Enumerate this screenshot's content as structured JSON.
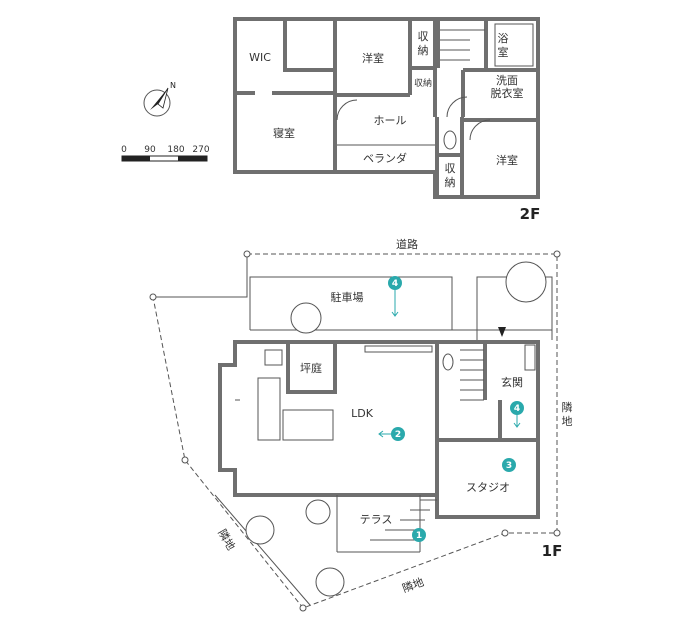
{
  "floor2": {
    "label": "2F",
    "rooms": {
      "wic": "WIC",
      "bedroom": "寝室",
      "western_room_1": "洋室",
      "storage_1": "収",
      "storage_1b": "納",
      "storage_2": "収納",
      "bath": "浴",
      "bath_b": "室",
      "washroom": "洗面",
      "washroom_b": "脱衣室",
      "hall": "ホール",
      "veranda": "ベランダ",
      "storage_3": "収",
      "storage_3b": "納",
      "western_room_2": "洋室"
    }
  },
  "floor1": {
    "label": "1F",
    "road": "道路",
    "neighbor_right": "隣",
    "neighbor_right_b": "地",
    "neighbor_bottom": "隣地",
    "neighbor_left": "隣地",
    "rooms": {
      "parking": "駐車場",
      "courtyard": "坪庭",
      "ldk": "LDK",
      "entrance": "玄関",
      "studio": "スタジオ",
      "terrace": "テラス"
    },
    "markers": [
      "1",
      "2",
      "3",
      "4",
      "4"
    ]
  },
  "compass": {
    "north": "N"
  },
  "scale": {
    "ticks": [
      "0",
      "90",
      "180",
      "270"
    ]
  },
  "colors": {
    "accent": "#2aa9ac",
    "wall": "#6f6f6f"
  }
}
